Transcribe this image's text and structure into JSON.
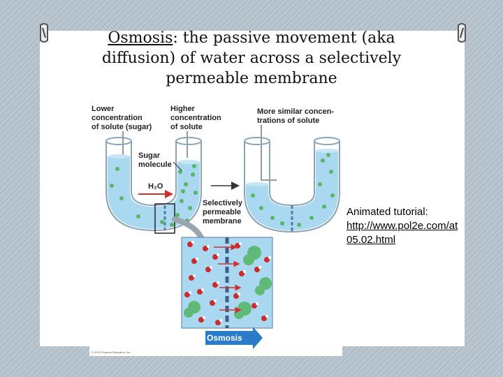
{
  "slide": {
    "title_term": "Osmosis",
    "title_line1_rest": ": the passive movement (aka",
    "title_line2": "diffusion) of water across a selectively",
    "title_line3": "permeable membrane"
  },
  "figure": {
    "label_lower": [
      "Lower",
      "concentration",
      "of solute (sugar)"
    ],
    "label_higher": [
      "Higher",
      "concentration",
      "of solute"
    ],
    "label_similar": [
      "More similar concen-",
      "trations of solute"
    ],
    "label_sugar": [
      "Sugar",
      "molecule"
    ],
    "label_h2o": "H₂O",
    "label_membrane": [
      "Selectively",
      "permeable",
      "membrane"
    ],
    "arrow_label": "Osmosis",
    "copyright": "© 2014 Pearson Education, Inc.",
    "colors": {
      "water": "#a9d8f0",
      "membrane": "#5a7aa0",
      "osmosis_arrow": "#2a7cc8",
      "sugar": "#57b66a",
      "oxygen": "#cc2b2b"
    }
  },
  "tutorial": {
    "label": "Animated tutorial:",
    "link": "http://www.pol2e.com/at05.02.html"
  }
}
